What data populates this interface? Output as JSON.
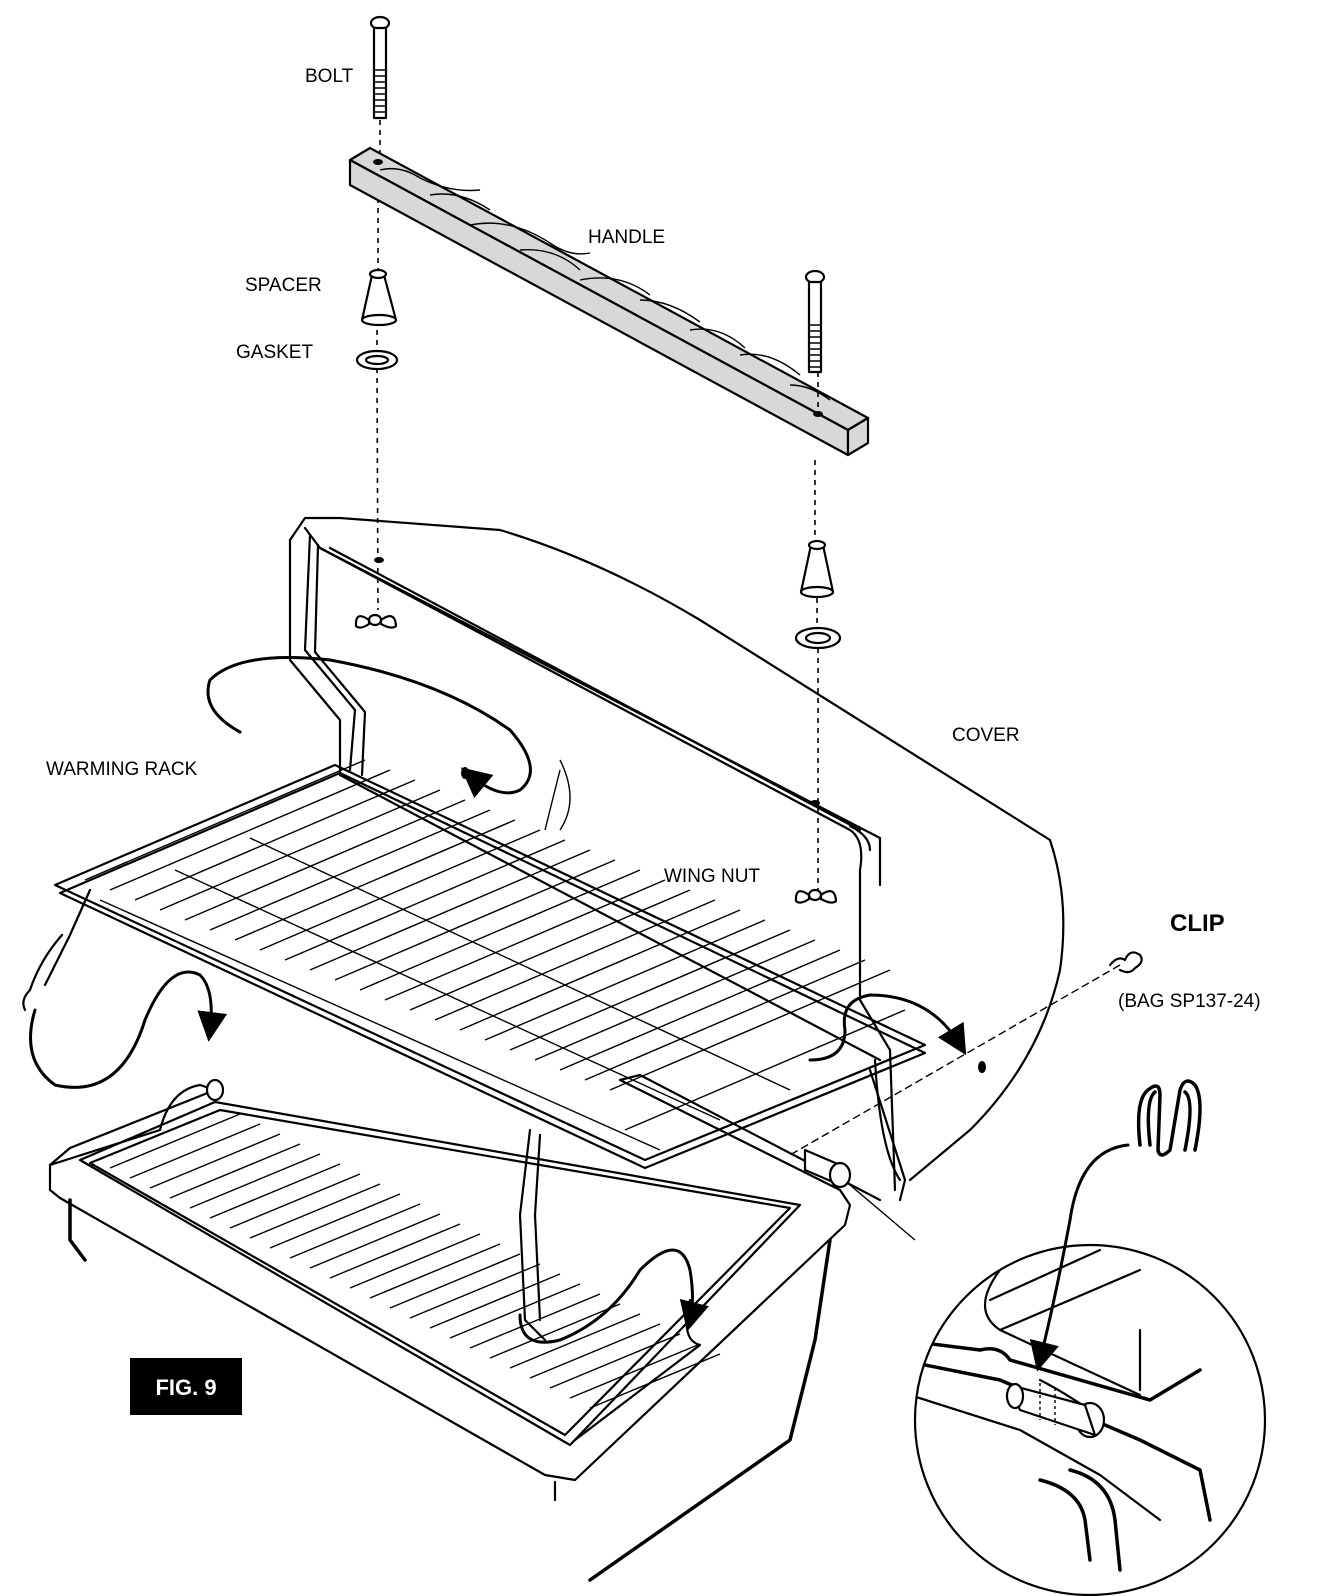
{
  "figure": {
    "tag": "FIG. 9"
  },
  "labels": {
    "bolt": "BOLT",
    "handle": "HANDLE",
    "spacer": "SPACER",
    "gasket": "GASKET",
    "cover": "COVER",
    "warming_rack": "WARMING RACK",
    "wing_nut": "WING NUT",
    "clip": "CLIP",
    "bag": "(BAG SP137-24)"
  }
}
